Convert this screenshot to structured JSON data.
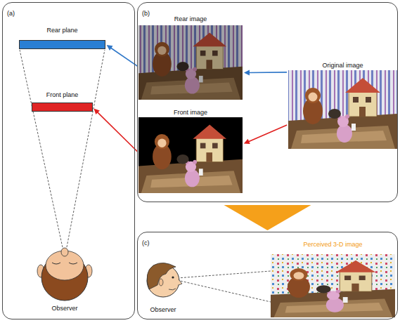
{
  "diagram": {
    "nodes": [
      {
        "text": [
          "(a)"
        ]
      },
      {
        "text": [
          "Rear plane"
        ],
        "in": 0
      },
      {
        "text": [
          "Front plane"
        ],
        "in": 0
      },
      {
        "text": [
          "(b)"
        ]
      },
      {
        "text": [
          "Rear image"
        ],
        "in": 3
      },
      {
        "text": [
          "Front image"
        ],
        "in": 3
      },
      {
        "text": [
          "Original image"
        ],
        "in": 3
      },
      {
        "text": [
          "(c)"
        ]
      },
      {
        "text": [
          "Perceived 3-D image"
        ],
        "in": 7
      }
    ],
    "edges": [
      {
        "from": 6,
        "to": 4,
        "arrow": "to"
      },
      {
        "from": 6,
        "to": 5,
        "arrow": "to"
      },
      {
        "from": 4,
        "to": 1,
        "arrow": "to"
      },
      {
        "from": 5,
        "to": 2,
        "arrow": "to"
      },
      {
        "from": 3,
        "to": 7,
        "arrow": "to"
      }
    ],
    "labels": [
      "Observer",
      "Observer"
    ]
  }
}
